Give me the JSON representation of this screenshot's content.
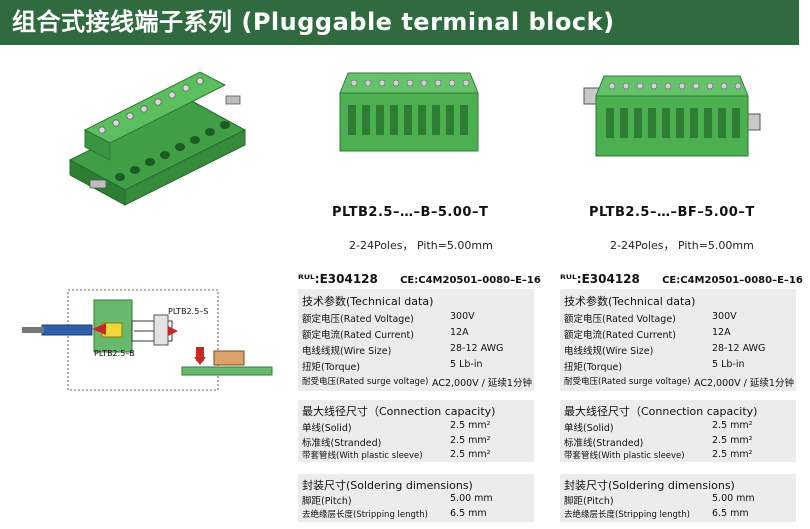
{
  "header": {
    "title": "组合式接线端子系列 (Pluggable terminal block)"
  },
  "colors": {
    "header_bg": "#2f6b3e",
    "terminal_green": "#4caf50",
    "block_bg": "#ececec"
  },
  "products": [
    {
      "model": "PLTB2.5–…–B–5.00–T",
      "poles": "2-24Poles， Pith=5.00mm"
    },
    {
      "model": "PLTB2.5–…–BF–5.00–T",
      "poles": "2-24Poles， Pith=5.00mm"
    }
  ],
  "diagram": {
    "label_a": "PLTB2.5–B",
    "label_b": "PLTB2.5–S"
  },
  "specs": [
    {
      "ul": "E304128",
      "ce": "CE:C4M20501–0080–E–16",
      "tech_title": "技术参数(Technical data)",
      "tech_rows": [
        {
          "k": "额定电压(Rated Voltage)",
          "v": "300V"
        },
        {
          "k": "额定电流(Rated Current)",
          "v": "12A"
        },
        {
          "k": "电线线规(Wire Size)",
          "v": "28-12 AWG"
        },
        {
          "k": "扭矩(Torque)",
          "v": "5 Lb-in"
        },
        {
          "k": "耐受电压(Rated surge voltage)",
          "v": "AC2,000V / 延续1分钟"
        }
      ],
      "conn_title": "最大线径尺寸（Connection capacity)",
      "conn_rows": [
        {
          "k": "单线(Solid)",
          "v": "2.5 mm²"
        },
        {
          "k": "标准线(Stranded)",
          "v": "2.5 mm²"
        },
        {
          "k": "带套管线(With plastic sleeve)",
          "v": "2.5 mm²"
        }
      ],
      "solder_title": "封装尺寸(Soldering dimensions)",
      "solder_rows": [
        {
          "k": "脚距(Pitch)",
          "v": "5.00  mm"
        },
        {
          "k": "去绝缘层长度(Stripping length)",
          "v": "6.5 mm"
        }
      ]
    },
    {
      "ul": "E304128",
      "ce": "CE:C4M20501–0080–E–16",
      "tech_title": "技术参数(Technical data)",
      "tech_rows": [
        {
          "k": "额定电压(Rated Voltage)",
          "v": "300V"
        },
        {
          "k": "额定电流(Rated Current)",
          "v": "12A"
        },
        {
          "k": "电线线规(Wire Size)",
          "v": "28-12 AWG"
        },
        {
          "k": "扭矩(Torque)",
          "v": "5 Lb-in"
        },
        {
          "k": "耐受电压(Rated surge voltage)",
          "v": "AC2,000V / 延续1分钟"
        }
      ],
      "conn_title": "最大线径尺寸（Connection capacity)",
      "conn_rows": [
        {
          "k": "单线(Solid)",
          "v": "2.5 mm²"
        },
        {
          "k": "标准线(Stranded)",
          "v": "2.5 mm²"
        },
        {
          "k": "带套管线(With plastic sleeve)",
          "v": "2.5 mm²"
        }
      ],
      "solder_title": "封装尺寸(Soldering dimensions)",
      "solder_rows": [
        {
          "k": "脚距(Pitch)",
          "v": "5.00  mm"
        },
        {
          "k": "去绝缘层长度(Stripping length)",
          "v": "6.5 mm"
        }
      ]
    }
  ]
}
